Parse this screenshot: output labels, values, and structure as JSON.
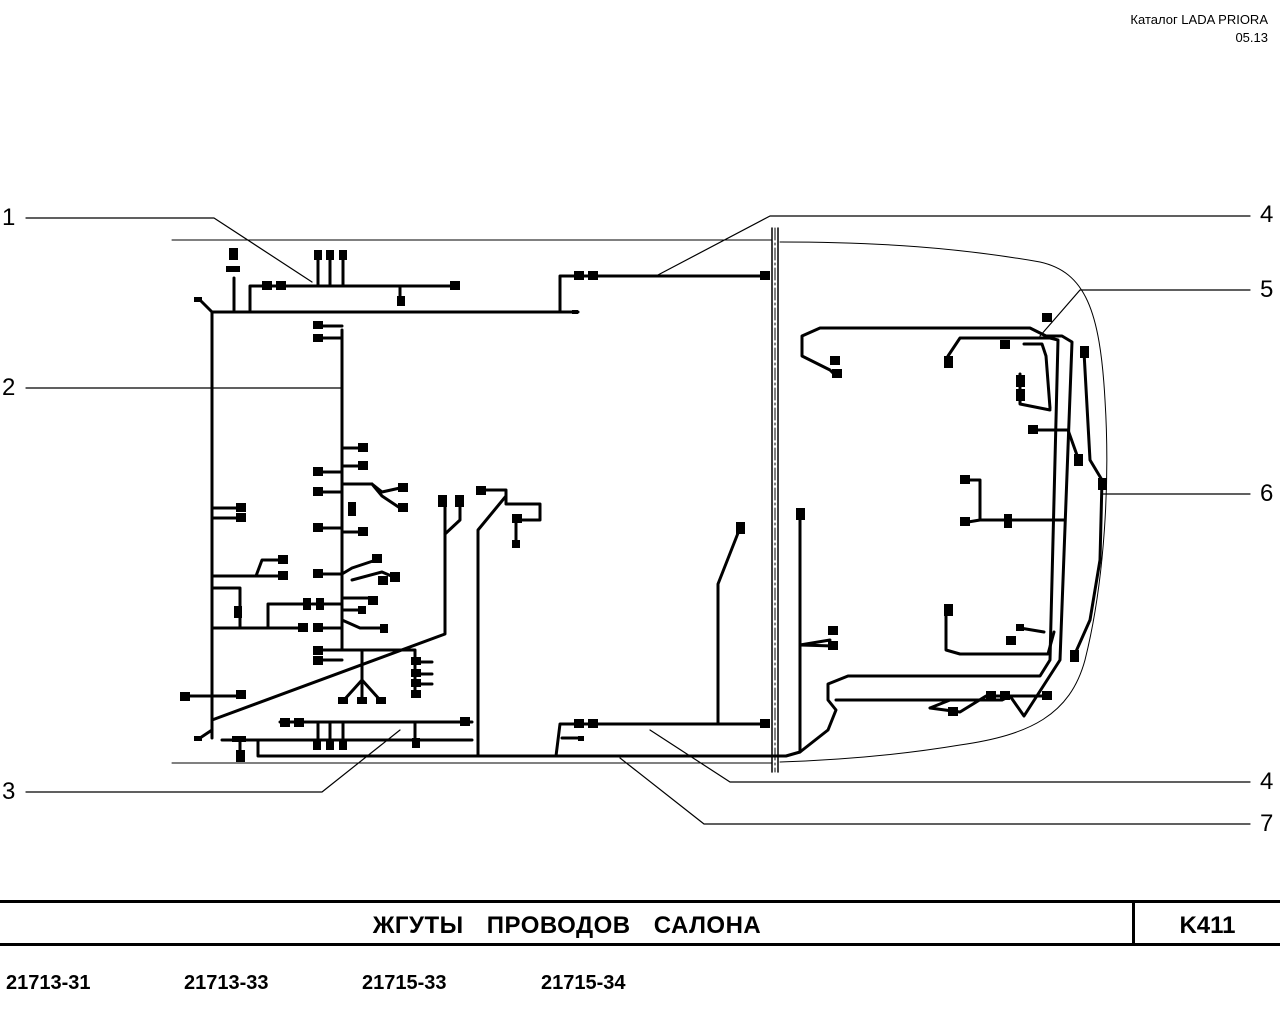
{
  "header": {
    "catalog": "Каталог  LADA  PRIORA",
    "date": "05.13"
  },
  "callouts": [
    {
      "id": "c1",
      "label": "1"
    },
    {
      "id": "c2",
      "label": "2"
    },
    {
      "id": "c3",
      "label": "3"
    },
    {
      "id": "c4a",
      "label": "4"
    },
    {
      "id": "c5",
      "label": "5"
    },
    {
      "id": "c6",
      "label": "6"
    },
    {
      "id": "c4b",
      "label": "4"
    },
    {
      "id": "c7",
      "label": "7"
    }
  ],
  "title": {
    "text": "ЖГУТЫ ПРОВОДОВ САЛОНА",
    "code": "K411"
  },
  "models": [
    "21713-31",
    "21713-33",
    "21715-33",
    "21715-34"
  ]
}
